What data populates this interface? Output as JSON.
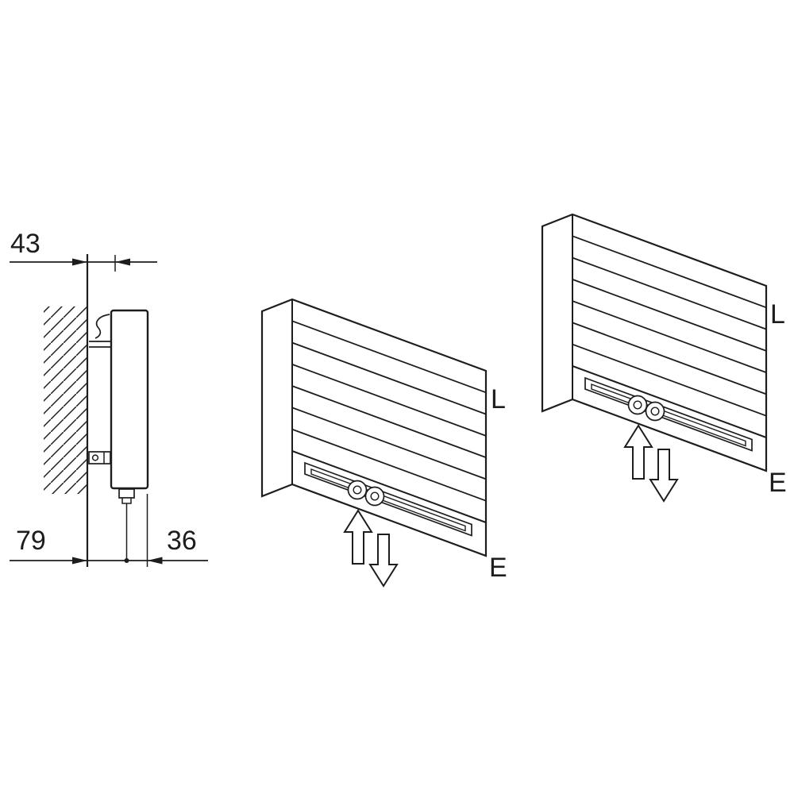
{
  "colors": {
    "ink": "#1d1d1b",
    "background": "#ffffff"
  },
  "side_view": {
    "dim_top": "43",
    "dim_bottom_left": "79",
    "dim_bottom_right": "36"
  },
  "iso_views": {
    "front": {
      "label_l": "L",
      "label_e": "E"
    },
    "back": {
      "label_l": "L",
      "label_e": "E"
    }
  },
  "icons": {
    "flow_up": "hollow-arrow-up",
    "flow_down": "hollow-arrow-down"
  }
}
